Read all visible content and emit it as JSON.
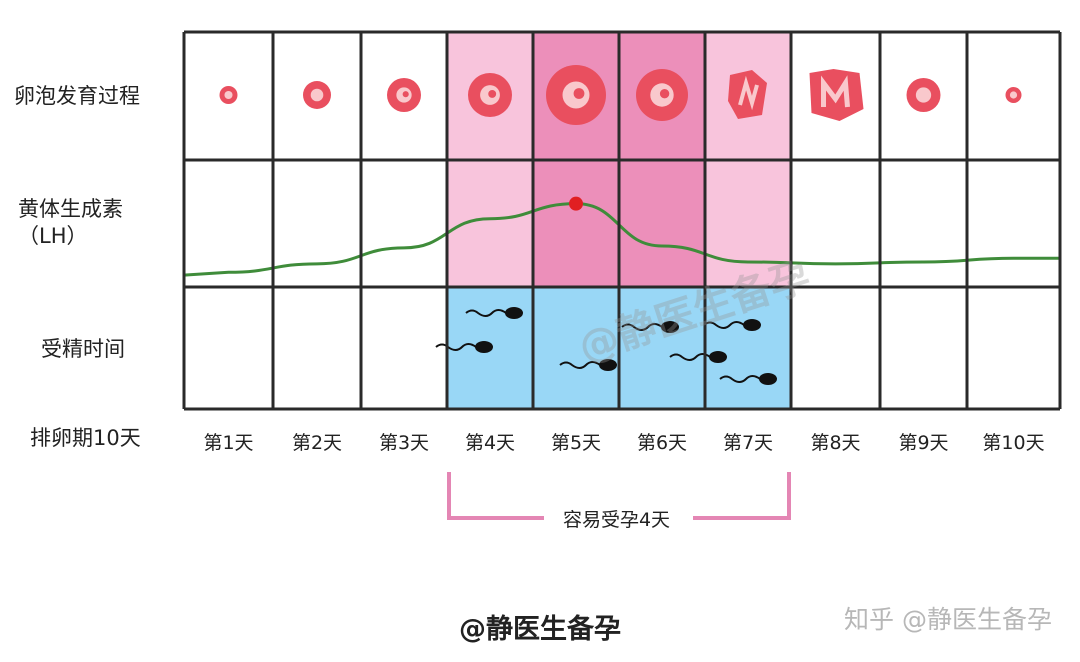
{
  "rows": {
    "follicle": "卵泡发育过程",
    "lh": "黄体生成素\n（LH）",
    "sperm": "受精时间"
  },
  "period_label": "排卵期10天",
  "days": [
    "第1天",
    "第2天",
    "第3天",
    "第4天",
    "第5天",
    "第6天",
    "第7天",
    "第8天",
    "第9天",
    "第10天"
  ],
  "highlight_bands": {
    "light_pink_days": [
      4,
      7
    ],
    "deep_pink_days": [
      5,
      6
    ],
    "fertile_blue_days": [
      4,
      5,
      6,
      7
    ]
  },
  "colors": {
    "grid": "#2a2a2a",
    "light_pink": "#f8c4dc",
    "deep_pink": "#ec8fba",
    "blue": "#99d7f6",
    "follicle_fill": "#e94f5f",
    "follicle_inner": "#f9c8cc",
    "lh_line": "#3f8c3a",
    "lh_peak": "#e11f22",
    "sperm": "#111111"
  },
  "lh_curve": [
    {
      "day": 1,
      "level": 0.05
    },
    {
      "day": 2,
      "level": 0.14
    },
    {
      "day": 3,
      "level": 0.31
    },
    {
      "day": 4,
      "level": 0.62
    },
    {
      "day": 5,
      "level": 0.78
    },
    {
      "day": 6,
      "level": 0.33
    },
    {
      "day": 7,
      "level": 0.16
    },
    {
      "day": 8,
      "level": 0.14
    },
    {
      "day": 9,
      "level": 0.16
    },
    {
      "day": 10,
      "level": 0.2
    }
  ],
  "lh_peak_day": 5,
  "fertile_label": "容易受孕4天",
  "watermark": "@静医生备孕",
  "footer": "@静医生备孕",
  "corner_watermark": "知乎 @静医生备孕"
}
